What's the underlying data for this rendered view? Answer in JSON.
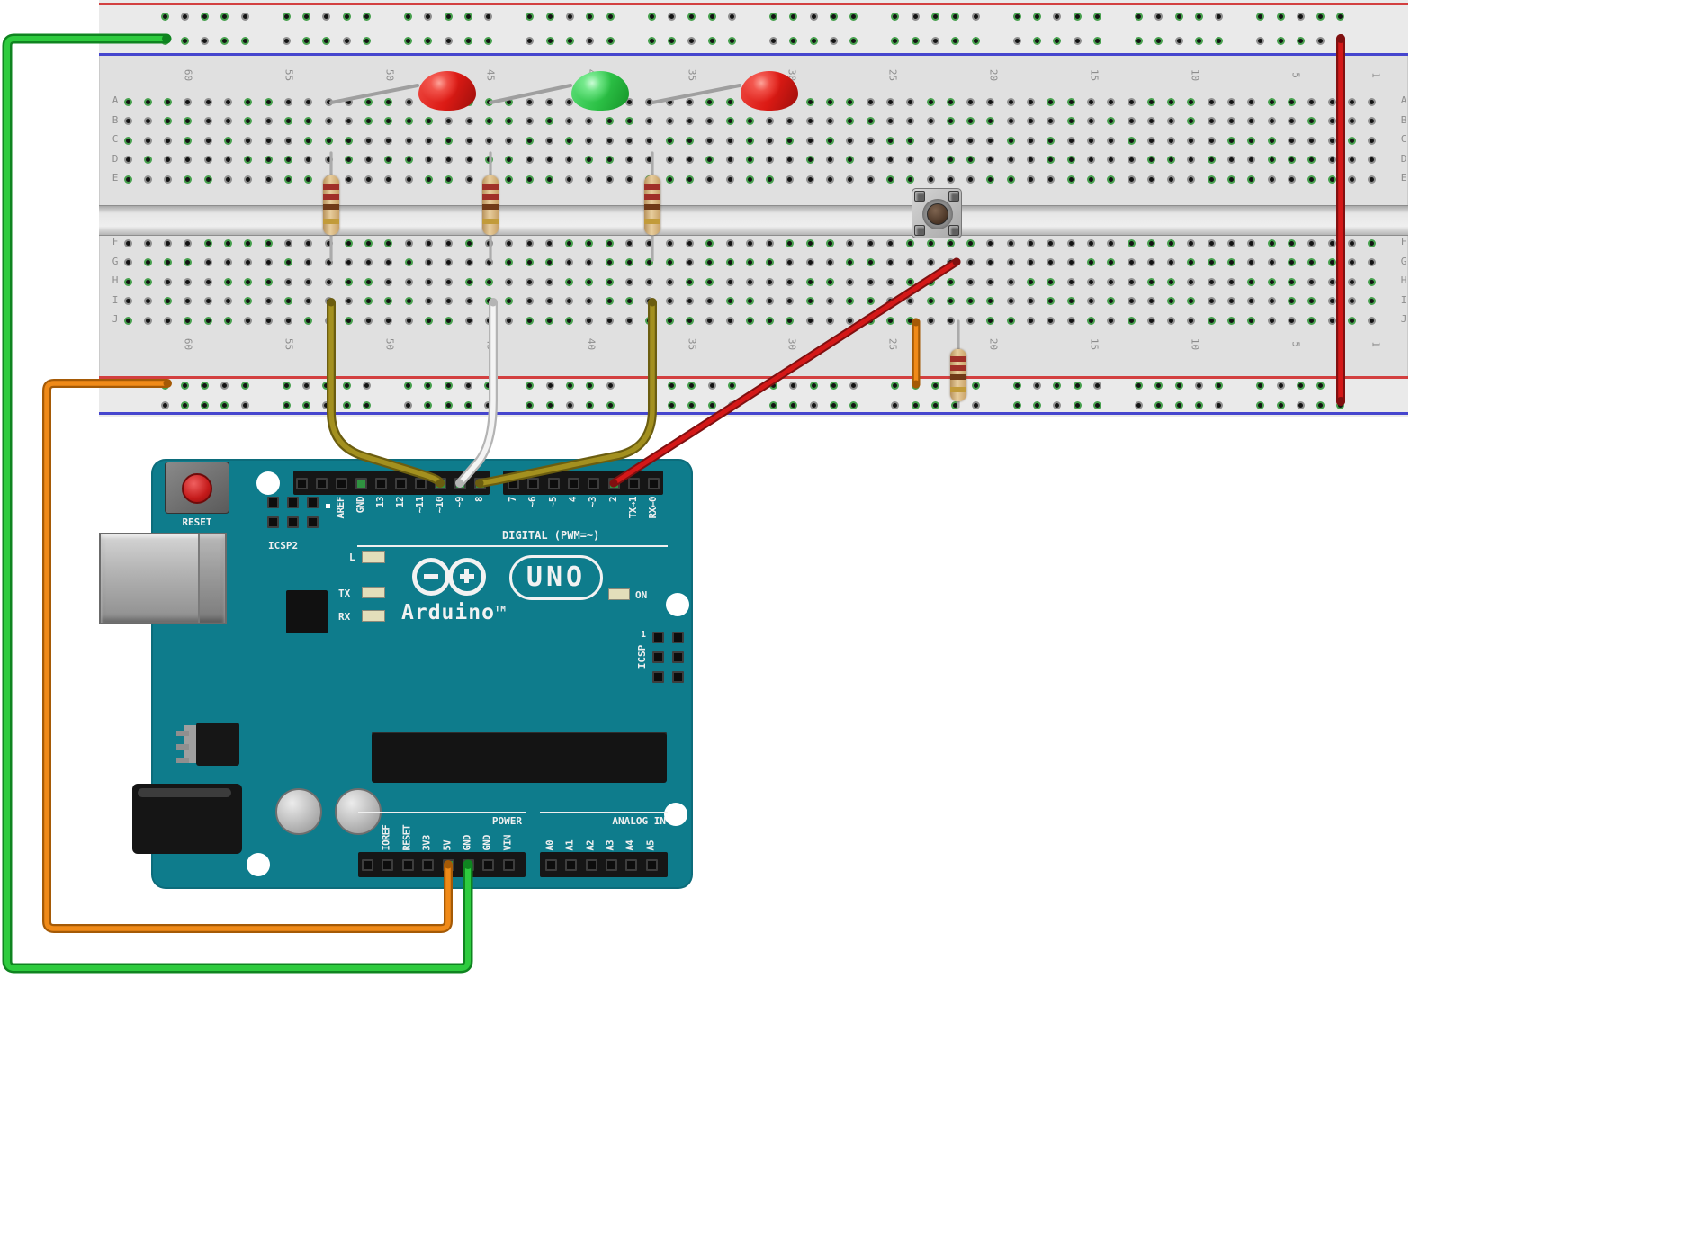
{
  "title": "Arduino UNO breadboard circuit with three LEDs and a pushbutton",
  "breadboard": {
    "column_numbers": [
      "60",
      "55",
      "50",
      "45",
      "40",
      "35",
      "30",
      "25",
      "20",
      "15",
      "10",
      "5",
      "1"
    ],
    "row_letters_top": [
      "A",
      "B",
      "C",
      "D",
      "E"
    ],
    "row_letters_bottom": [
      "F",
      "G",
      "H",
      "I",
      "J"
    ],
    "colors": {
      "board": "#e0e0e0",
      "rail_red": "#d34040",
      "rail_blue": "#4646ce",
      "hole_green": "#47a04e",
      "hole_ring": "#8f8f8f"
    }
  },
  "components": {
    "leds": [
      {
        "name": "red-led-1",
        "color": "#dc1a14"
      },
      {
        "name": "green-led",
        "color": "#2cc146"
      },
      {
        "name": "red-led-2",
        "color": "#dc1a14"
      }
    ],
    "resistors": [
      {
        "name": "resistor-1",
        "body": "#e7cd9d",
        "bands": [
          "#a03028",
          "#a03028",
          "#703a18",
          "#c29b3a"
        ]
      },
      {
        "name": "resistor-2",
        "body": "#e7cd9d",
        "bands": [
          "#a03028",
          "#a03028",
          "#703a18",
          "#c29b3a"
        ]
      },
      {
        "name": "resistor-3",
        "body": "#e7cd9d",
        "bands": [
          "#a03028",
          "#a03028",
          "#703a18",
          "#c29b3a"
        ]
      },
      {
        "name": "resistor-4",
        "body": "#e7cd9d",
        "bands": [
          "#a03028",
          "#a03028",
          "#703a18",
          "#c29b3a"
        ]
      }
    ],
    "pushbutton": {
      "name": "pushbutton",
      "body": "#c4c4c4",
      "cap": "#55402f"
    },
    "wires": [
      {
        "id": "green",
        "color": "#2ecb3e",
        "shade": "#0f8420",
        "from": "top power rail",
        "to": "Arduino GND"
      },
      {
        "id": "orange",
        "color": "#f08a18",
        "shade": "#a55a06",
        "from": "bottom power rail",
        "to": "Arduino 5V"
      },
      {
        "id": "red-rail",
        "color": "#d41818",
        "shade": "#801010",
        "from": "top power rail",
        "to": "bottom power rail"
      },
      {
        "id": "red-signal",
        "color": "#d41818",
        "shade": "#801010",
        "from": "pushbutton row",
        "to": "Arduino pin 2"
      },
      {
        "id": "khaki-left",
        "color": "#a3901f",
        "shade": "#6b5d10",
        "from": "breadboard row J",
        "to": "Arduino pin 10"
      },
      {
        "id": "white",
        "color": "#f4f4f4",
        "shade": "#b4b4b4",
        "from": "breadboard row J",
        "to": "Arduino pin 9"
      },
      {
        "id": "khaki-right",
        "color": "#a3901f",
        "shade": "#6b5d10",
        "from": "breadboard row J",
        "to": "Arduino pin 8"
      },
      {
        "id": "orange-jumper",
        "color": "#f08a18",
        "shade": "#a55a06",
        "from": "breadboard row J",
        "to": "bottom power rail"
      }
    ]
  },
  "arduino": {
    "board_color": "#0e7c8c",
    "reset_label": "RESET",
    "icsp2_label": "ICSP2",
    "icsp_label": "ICSP",
    "pin1_label": "1",
    "digital_caption": "DIGITAL (PWM=~)",
    "digital_pins_left": [
      "AREF",
      "GND",
      "13",
      "12",
      "~11",
      "~10",
      "~9",
      "8"
    ],
    "digital_pins_right": [
      "7",
      "~6",
      "~5",
      "4",
      "~3",
      "2",
      "TX→1",
      "RX←0"
    ],
    "led_l_label": "L",
    "led_tx_label": "TX",
    "led_rx_label": "RX",
    "brand": "Arduino",
    "brand_tm": "TM",
    "model": "UNO",
    "on_label": "ON",
    "power_caption": "POWER",
    "power_pins": [
      "IOREF",
      "RESET",
      "3V3",
      "5V",
      "GND",
      "GND",
      "VIN"
    ],
    "analog_caption": "ANALOG IN",
    "analog_pins": [
      "A0",
      "A1",
      "A2",
      "A3",
      "A4",
      "A5"
    ]
  }
}
